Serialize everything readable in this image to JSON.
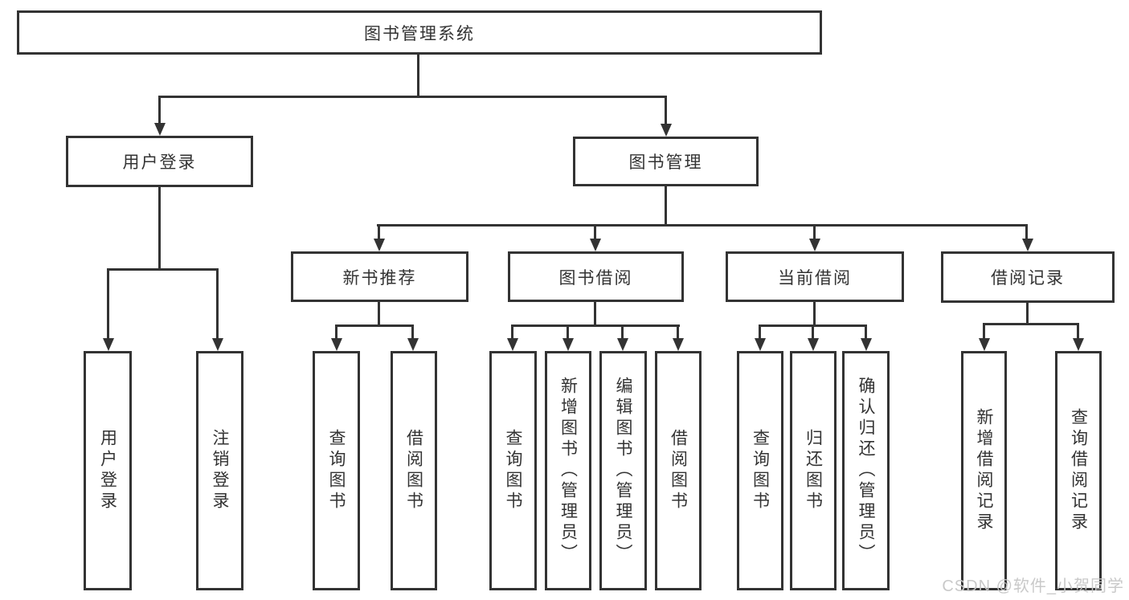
{
  "tree": {
    "root": {
      "label": "图书管理系统"
    },
    "branches": [
      {
        "label": "用户登录",
        "children": [
          {
            "label": "用户登录"
          },
          {
            "label": "注销登录"
          }
        ]
      },
      {
        "label": "图书管理",
        "children": [
          {
            "label": "新书推荐",
            "children": [
              {
                "label": "查询图书"
              },
              {
                "label": "借阅图书"
              }
            ]
          },
          {
            "label": "图书借阅",
            "children": [
              {
                "label": "查询图书"
              },
              {
                "label": "新增图书（管理员）"
              },
              {
                "label": "编辑图书（管理员）"
              },
              {
                "label": "借阅图书"
              }
            ]
          },
          {
            "label": "当前借阅",
            "children": [
              {
                "label": "查询图书"
              },
              {
                "label": "归还图书"
              },
              {
                "label": "确认归还（管理员）"
              }
            ]
          },
          {
            "label": "借阅记录",
            "children": [
              {
                "label": "新增借阅记录"
              },
              {
                "label": "查询借阅记录"
              }
            ]
          }
        ]
      }
    ]
  },
  "watermark": "CSDN @软件_小贺同学",
  "colors": {
    "line": "#333333",
    "text": "#333333",
    "watermark": "#c7c7c7",
    "background": "#ffffff"
  }
}
